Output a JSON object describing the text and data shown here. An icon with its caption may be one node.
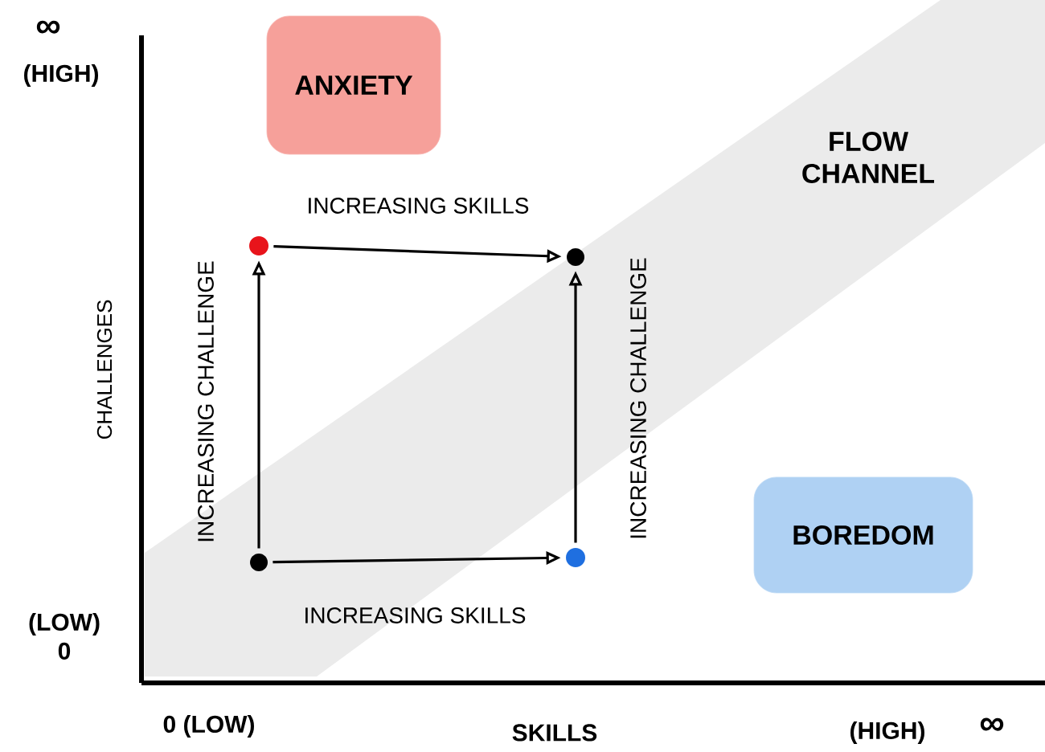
{
  "diagram": {
    "nodes": [
      {
        "text": [
          "ANXIETY"
        ]
      },
      {
        "text": [
          "BOREDOM"
        ]
      },
      {
        "text": [
          "FLOW CHANNEL"
        ]
      },
      {
        "text": [],
        "shape": "circle"
      },
      {
        "text": [],
        "shape": "circle"
      },
      {
        "text": [],
        "shape": "circle"
      },
      {
        "text": [],
        "shape": "circle"
      }
    ],
    "edges": [
      {
        "from": 5,
        "to": 3,
        "arrow": "to",
        "label": "INCREASING CHALLENGE"
      },
      {
        "from": 3,
        "to": 4,
        "arrow": "to",
        "label": "INCREASING SKILLS"
      },
      {
        "from": 5,
        "to": 6,
        "arrow": "to",
        "label": "INCREASING SKILLS"
      },
      {
        "from": 6,
        "to": 4,
        "arrow": "to",
        "label": "INCREASING CHALLENGE"
      }
    ],
    "labels": [
      "∞",
      "(HIGH)",
      "CHALLENGES",
      "(LOW) 0",
      "0 (LOW)",
      "SKILLS",
      "(HIGH)",
      "∞"
    ]
  }
}
